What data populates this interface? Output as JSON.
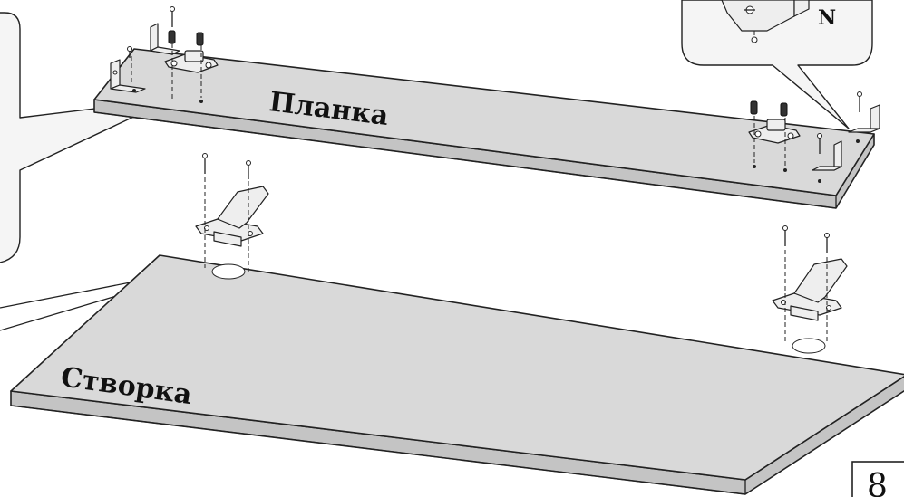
{
  "labels": {
    "plank": "Планка",
    "door": "Створка",
    "detail_letter": "N",
    "step_number": "8"
  }
}
